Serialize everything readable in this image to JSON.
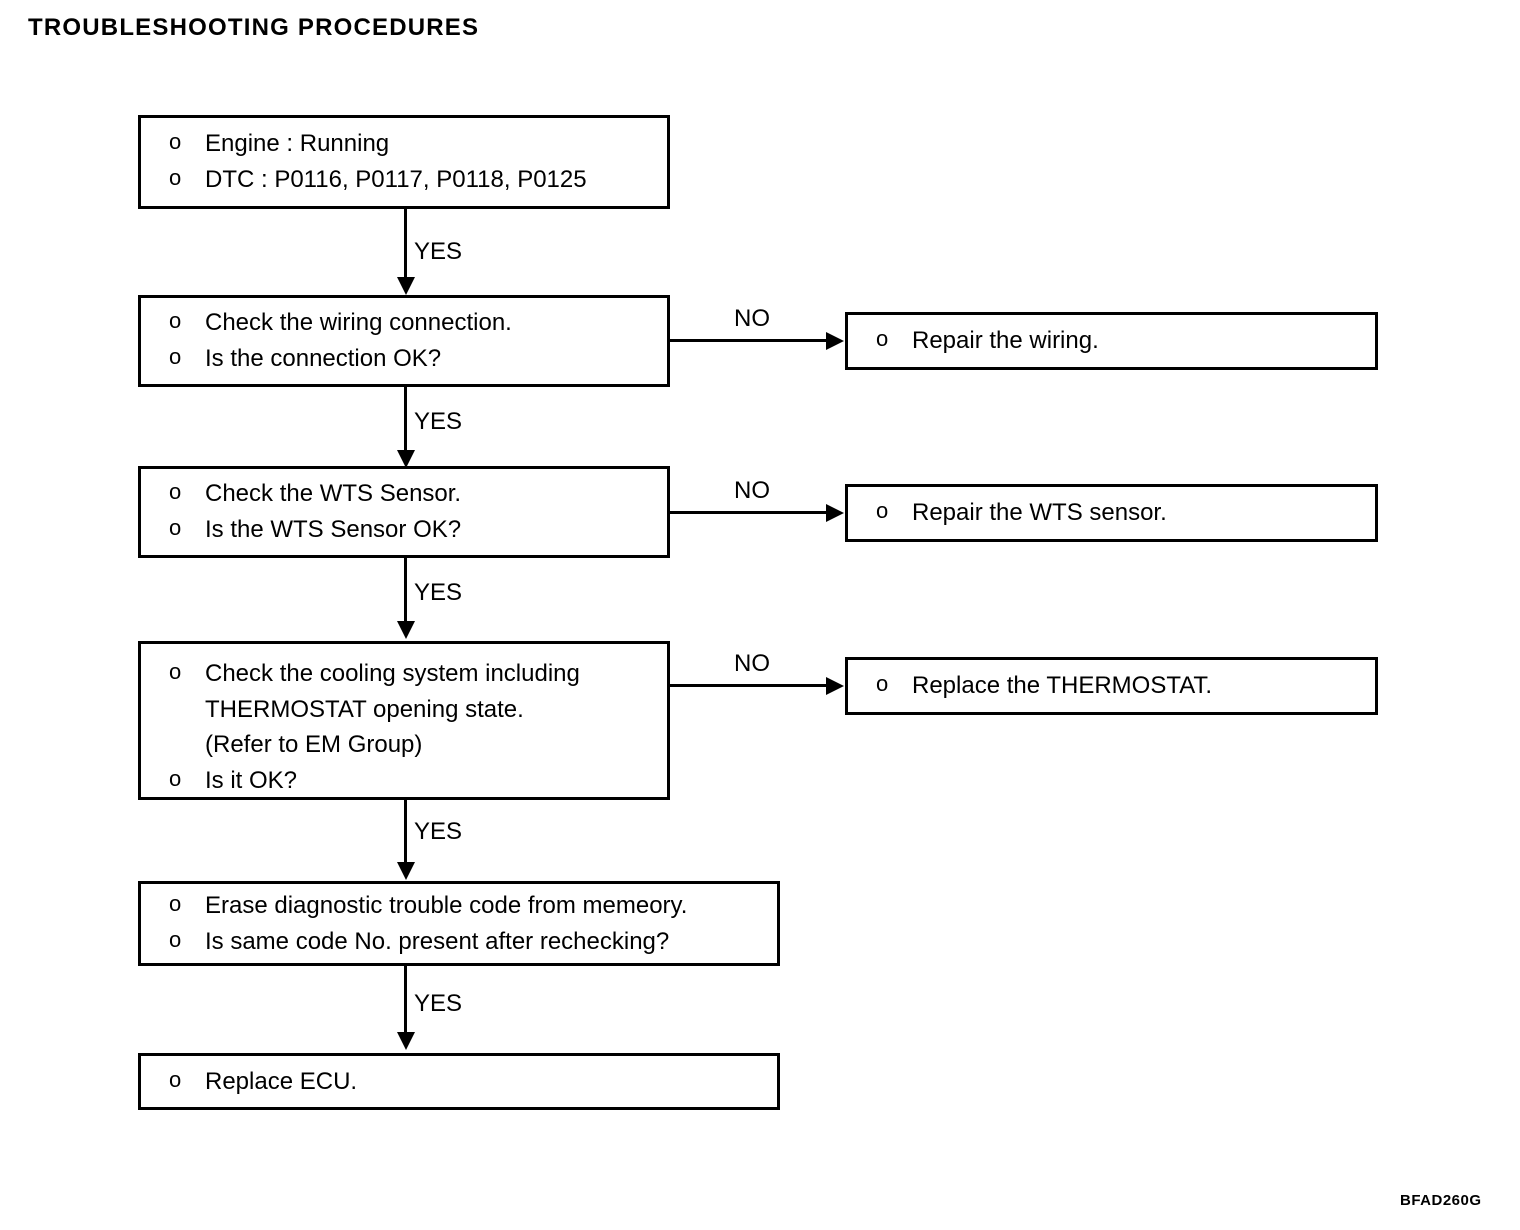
{
  "document": {
    "title": "TROUBLESHOOTING PROCEDURES",
    "figure_code": "BFAD260G"
  },
  "bullet_glyph": "o",
  "flow": {
    "nodes": [
      {
        "id": "conditions",
        "lines": [
          "Engine : Running",
          "DTC : P0116, P0117, P0118, P0125"
        ]
      },
      {
        "id": "check-wiring",
        "lines": [
          "Check the wiring connection.",
          "Is the connection OK?"
        ]
      },
      {
        "id": "check-wts-sensor",
        "lines": [
          "Check the WTS Sensor.",
          "Is the WTS Sensor OK?"
        ]
      },
      {
        "id": "check-cooling-system",
        "lines": [
          "Check the cooling system including",
          "Is it OK?"
        ],
        "continuation": [
          "THERMOSTAT opening state.",
          "(Refer to EM Group)"
        ]
      },
      {
        "id": "erase-dtc",
        "lines": [
          "Erase diagnostic trouble code from memeory.",
          "Is same code No. present after rechecking?"
        ]
      },
      {
        "id": "replace-ecu",
        "lines": [
          "Replace ECU."
        ]
      }
    ],
    "outcomes": [
      {
        "id": "repair-wiring",
        "lines": [
          "Repair the wiring."
        ]
      },
      {
        "id": "repair-wts-sensor",
        "lines": [
          "Repair the WTS sensor."
        ]
      },
      {
        "id": "replace-thermostat",
        "lines": [
          "Replace the THERMOSTAT."
        ]
      }
    ],
    "labels": {
      "yes": "YES",
      "no": "NO"
    }
  }
}
